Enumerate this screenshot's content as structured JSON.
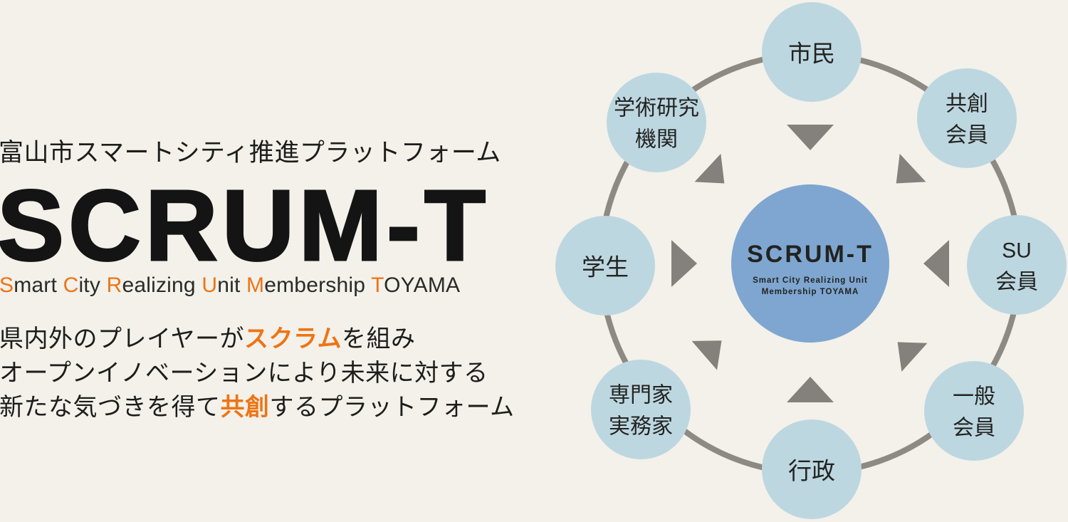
{
  "colors": {
    "background": "#f3f1ea",
    "accent_orange": "#ee7414",
    "text_dark": "#1d1d1b",
    "node_fill": "#bdd7e1",
    "center_fill": "#7ea6d0",
    "ring_gray": "#8d8983",
    "arrow_gray": "#84817d"
  },
  "intro": {
    "title": "富山市スマートシティ推進プラットフォーム",
    "logo": "SCRUM-T",
    "acronym_segments": [
      {
        "t": "S",
        "hl": true
      },
      {
        "t": "mart "
      },
      {
        "t": "C",
        "hl": true
      },
      {
        "t": "ity "
      },
      {
        "t": "R",
        "hl": true
      },
      {
        "t": "ealizing "
      },
      {
        "t": "U",
        "hl": true
      },
      {
        "t": "nit "
      },
      {
        "t": "M",
        "hl": true
      },
      {
        "t": "embership "
      },
      {
        "t": "T",
        "hl": true
      },
      {
        "t": "OYAMA"
      }
    ],
    "description_lines": [
      [
        {
          "t": "県内外のプレイヤーが"
        },
        {
          "t": "スクラム",
          "hl": true
        },
        {
          "t": "を組み"
        }
      ],
      [
        {
          "t": "オープンイノベーションにより未来に対する"
        }
      ],
      [
        {
          "t": "新たな気づきを得て"
        },
        {
          "t": "共創",
          "hl": true
        },
        {
          "t": "するプラットフォーム"
        }
      ]
    ]
  },
  "diagram": {
    "center": {
      "title": "SCRUM-T",
      "subtitle_lines": [
        "Smart City Realizing Unit",
        "Membership TOYAMA"
      ]
    },
    "nodes": [
      {
        "id": "citizens",
        "lines": [
          "市民"
        ]
      },
      {
        "id": "co-creation-members",
        "lines": [
          "共創",
          "会員"
        ]
      },
      {
        "id": "su-members",
        "lines": [
          "SU",
          "会員"
        ]
      },
      {
        "id": "general-members",
        "lines": [
          "一般",
          "会員"
        ]
      },
      {
        "id": "government",
        "lines": [
          "行政"
        ]
      },
      {
        "id": "experts-practitioners",
        "lines": [
          "専門家",
          "実務家"
        ]
      },
      {
        "id": "students",
        "lines": [
          "学生"
        ]
      },
      {
        "id": "academic-research-institutions",
        "lines": [
          "学術研究",
          "機関"
        ]
      }
    ]
  }
}
